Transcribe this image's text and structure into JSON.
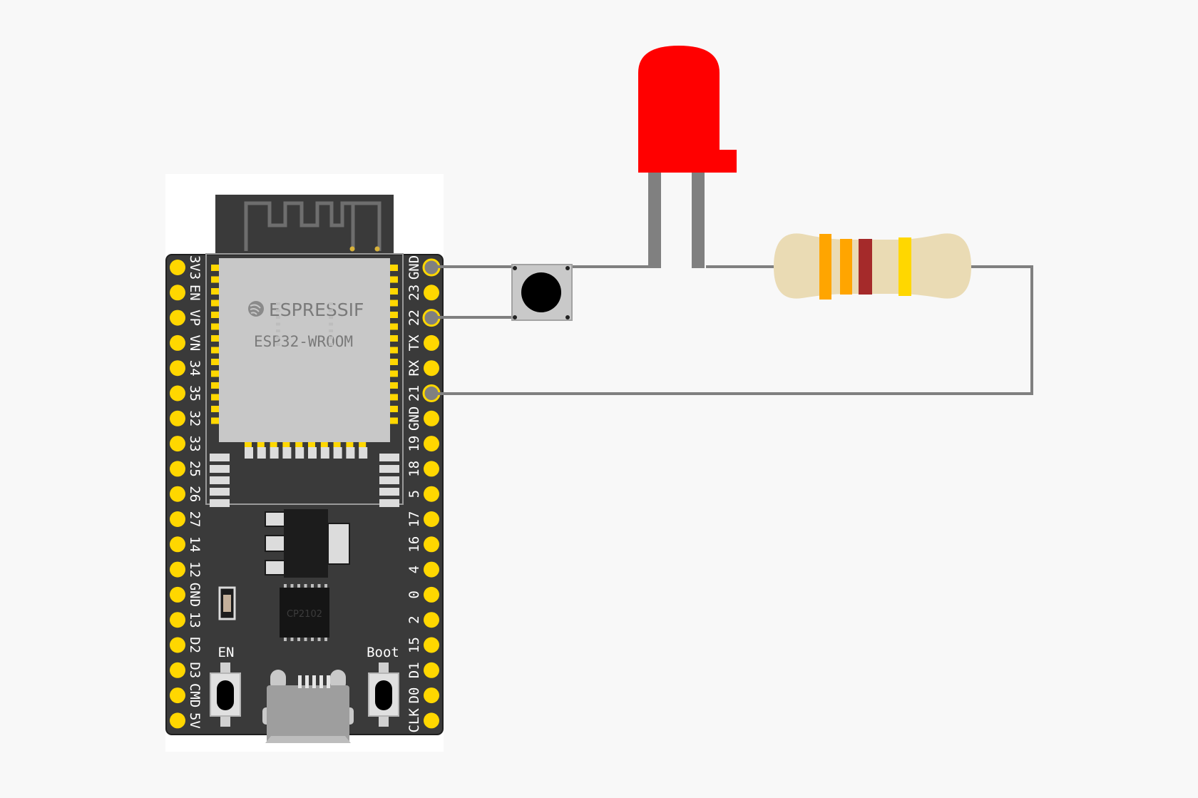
{
  "board": {
    "module_brand": "ESPRESSIF",
    "module_model": "ESP32-WROOM",
    "usb_chip_label": "CP2102",
    "en_button_label": "EN",
    "boot_button_label": "Boot",
    "left_pins": [
      "3V3",
      "EN",
      "VP",
      "VN",
      "34",
      "35",
      "32",
      "33",
      "25",
      "26",
      "27",
      "14",
      "12",
      "GND",
      "13",
      "D2",
      "D3",
      "CMD",
      "5V"
    ],
    "right_pins": [
      "GND",
      "23",
      "22",
      "TX",
      "RX",
      "21",
      "GND",
      "19",
      "18",
      "5",
      "17",
      "16",
      "4",
      "0",
      "2",
      "15",
      "D1",
      "D0",
      "CLK"
    ],
    "connected_right_pins": [
      "GND",
      "22",
      "21"
    ]
  },
  "components": {
    "led": {
      "color": "#ff0000"
    },
    "resistor": {
      "body_color": "#eadbb4",
      "bands": [
        "#ffa500",
        "#ffa500",
        "#a52a2a",
        "#ffd700"
      ]
    },
    "pushbutton": {
      "cap_color": "#000000"
    }
  },
  "colors": {
    "board": "#3a3a3a",
    "pin": "#ffd700",
    "wire": "#808080",
    "module_shield": "#c8c8c8",
    "background": "#f8f8f8"
  }
}
